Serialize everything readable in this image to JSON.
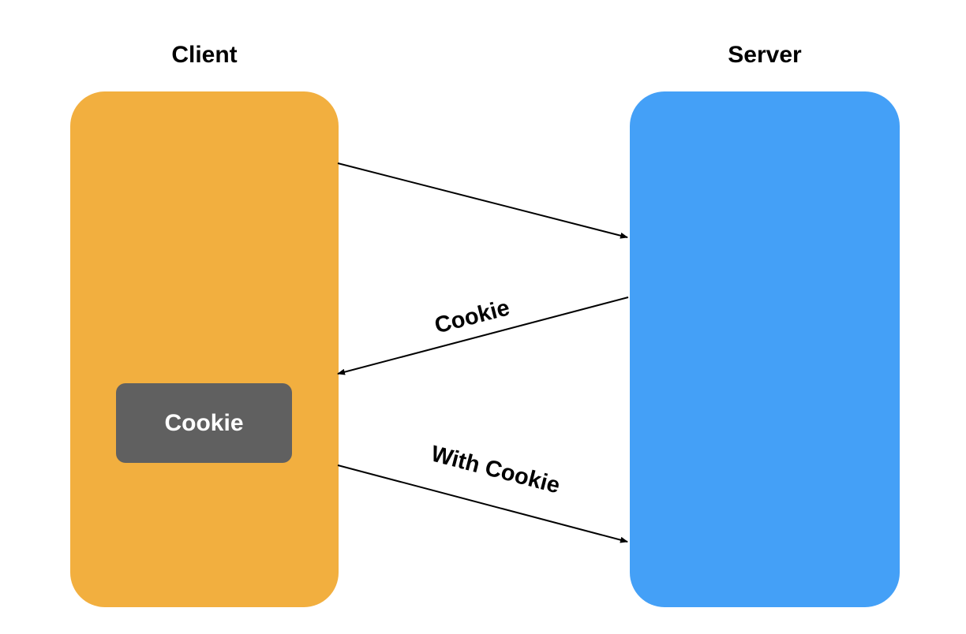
{
  "client": {
    "title": "Client",
    "color": "#F2AF3F"
  },
  "server": {
    "title": "Server",
    "color": "#44A0F7"
  },
  "cookie_store": {
    "label": "Cookie",
    "color": "#606060"
  },
  "arrows": {
    "request": {
      "label": ""
    },
    "set_cookie": {
      "label": "Cookie"
    },
    "request_with_cookie": {
      "label": "With Cookie"
    }
  }
}
